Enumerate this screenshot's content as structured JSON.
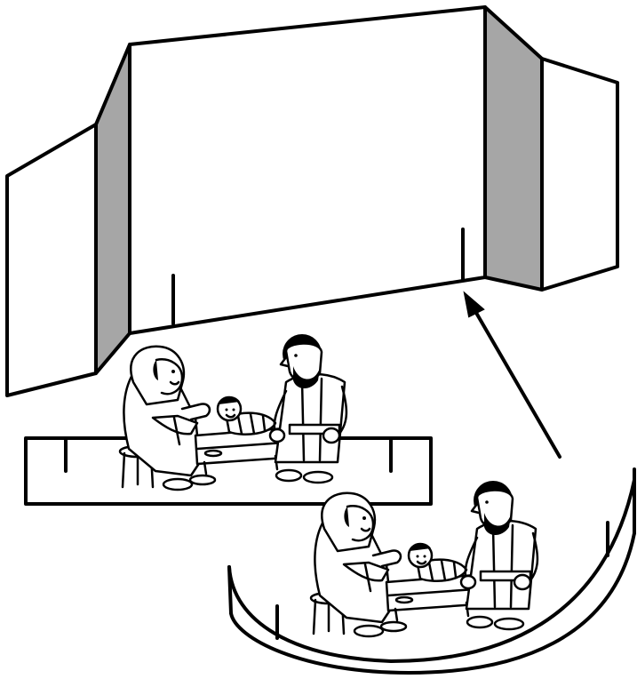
{
  "colors": {
    "line": "#000000",
    "background": "#ffffff",
    "side_panel": "#a6a6a6",
    "panel_face": "#ffffff"
  },
  "figures": [
    {
      "name": "mary",
      "role": "seated woman with head covering"
    },
    {
      "name": "baby",
      "role": "swaddled baby in manger"
    },
    {
      "name": "joseph",
      "role": "standing bearded man"
    }
  ],
  "icons": {
    "arrow": "arrow-up-icon"
  }
}
